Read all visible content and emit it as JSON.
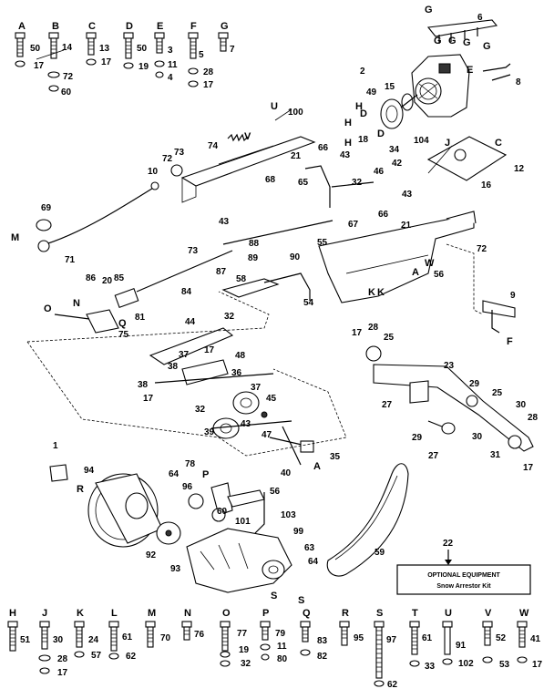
{
  "hardware_top": [
    {
      "letter": "A",
      "parts": [
        "50",
        "17"
      ]
    },
    {
      "letter": "B",
      "parts": [
        "14",
        "72",
        "60"
      ]
    },
    {
      "letter": "C",
      "parts": [
        "13",
        "17"
      ]
    },
    {
      "letter": "D",
      "parts": [
        "50",
        "19"
      ]
    },
    {
      "letter": "E",
      "parts": [
        "3",
        "11",
        "4"
      ]
    },
    {
      "letter": "F",
      "parts": [
        "5",
        "28",
        "17"
      ]
    },
    {
      "letter": "G",
      "parts": [
        "7"
      ]
    }
  ],
  "hardware_bottom": [
    {
      "letter": "H",
      "parts": [
        "51"
      ]
    },
    {
      "letter": "J",
      "parts": [
        "30",
        "28",
        "17"
      ]
    },
    {
      "letter": "K",
      "parts": [
        "24",
        "57"
      ]
    },
    {
      "letter": "L",
      "parts": [
        "61",
        "62"
      ]
    },
    {
      "letter": "M",
      "parts": [
        "70"
      ]
    },
    {
      "letter": "N",
      "parts": [
        "76"
      ]
    },
    {
      "letter": "O",
      "parts": [
        "77",
        "19",
        "32"
      ]
    },
    {
      "letter": "P",
      "parts": [
        "79",
        "11",
        "80"
      ]
    },
    {
      "letter": "Q",
      "parts": [
        "83",
        "82"
      ]
    },
    {
      "letter": "R",
      "parts": [
        "95"
      ]
    },
    {
      "letter": "S",
      "parts": [
        "97",
        "62"
      ]
    },
    {
      "letter": "T",
      "parts": [
        "61",
        "33"
      ]
    },
    {
      "letter": "U",
      "parts": [
        "91",
        "102"
      ]
    },
    {
      "letter": "V",
      "parts": [
        "52",
        "53"
      ]
    },
    {
      "letter": "W",
      "parts": [
        "41",
        "17"
      ]
    }
  ],
  "callouts": {
    "c1": "1",
    "c2": "2",
    "c6": "6",
    "c8": "8",
    "c9": "9",
    "c10": "10",
    "c12": "12",
    "c15": "15",
    "c16": "16",
    "c17a": "17",
    "c17b": "17",
    "c17c": "17",
    "c17d": "17",
    "c18": "18",
    "c20": "20",
    "c21a": "21",
    "c21b": "21",
    "c22": "22",
    "c23": "23",
    "c25a": "25",
    "c25b": "25",
    "c27a": "27",
    "c27b": "27",
    "c28a": "28",
    "c28b": "28",
    "c29a": "29",
    "c29b": "29",
    "c30a": "30",
    "c30b": "30",
    "c31": "31",
    "c32a": "32",
    "c32b": "32",
    "c32c": "32",
    "c34": "34",
    "c35": "35",
    "c36": "36",
    "c37a": "37",
    "c37b": "37",
    "c38a": "38",
    "c38b": "38",
    "c39": "39",
    "c40": "40",
    "c42": "42",
    "c43a": "43",
    "c43b": "43",
    "c43c": "43",
    "c43d": "43",
    "c44": "44",
    "c45": "45",
    "c46": "46",
    "c47": "47",
    "c48": "48",
    "c49": "49",
    "c54": "54",
    "c55": "55",
    "c56a": "56",
    "c56b": "56",
    "c58": "58",
    "c59": "59",
    "c60": "60",
    "c63": "63",
    "c64a": "64",
    "c64b": "64",
    "c65": "65",
    "c66a": "66",
    "c66b": "66",
    "c67": "67",
    "c68": "68",
    "c69": "69",
    "c71": "71",
    "c72a": "72",
    "c72b": "72",
    "c73a": "73",
    "c73b": "73",
    "c74": "74",
    "c75": "75",
    "c78": "78",
    "c81": "81",
    "c84": "84",
    "c85": "85",
    "c86": "86",
    "c87": "87",
    "c88": "88",
    "c89": "89",
    "c90": "90",
    "c92": "92",
    "c93": "93",
    "c94": "94",
    "c96": "96",
    "c99": "99",
    "c100": "100",
    "c101": "101",
    "c103": "103",
    "c104": "104"
  },
  "letters": {
    "G1": "G",
    "G2": "G",
    "G3": "G",
    "G4": "G",
    "G5": "G",
    "E1": "E",
    "H1": "H",
    "H2": "H",
    "H3": "H",
    "D1": "D",
    "D2": "D",
    "J1": "J",
    "C1": "C",
    "V1": "V",
    "U1": "U",
    "M1": "M",
    "N1": "N",
    "O1": "O",
    "Q1": "Q",
    "A1": "A",
    "W1": "W",
    "K1": "K",
    "K2": "K",
    "F1": "F",
    "A2": "A",
    "P1": "P",
    "R1": "R",
    "S1": "S",
    "S2": "S"
  },
  "optional_box": {
    "ref": "22",
    "title": "OPTIONAL EQUIPMENT",
    "subtitle": "Snow Arrestor Kit"
  }
}
